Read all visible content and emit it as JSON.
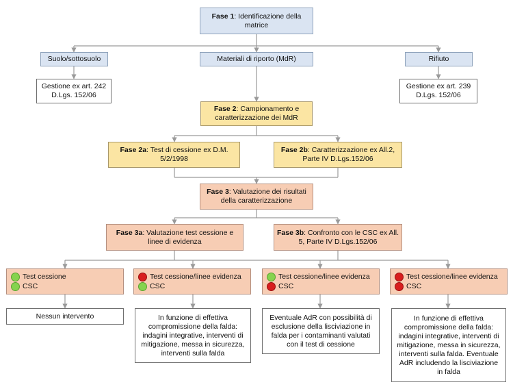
{
  "phase1": {
    "prefix": "Fase 1",
    "text": ": Identificazione della matrice"
  },
  "branches": {
    "soil": "Suolo/sottosuolo",
    "mdr": "Materiali di riporto (MdR)",
    "waste": "Rifiuto"
  },
  "outcomes": {
    "soil": "Gestione ex art. 242 D.Lgs. 152/06",
    "waste": "Gestione ex art. 239 D.Lgs. 152/06"
  },
  "phase2": {
    "prefix": "Fase 2",
    "text": ": Campionamento e caratterizzazione dei MdR"
  },
  "phase2a": {
    "prefix": "Fase 2a",
    "text": ": Test di cessione ex D.M. 5/2/1998"
  },
  "phase2b": {
    "prefix": "Fase 2b",
    "text": ": Caratterizzazione ex All.2, Parte IV D.Lgs.152/06"
  },
  "phase3": {
    "prefix": "Fase 3",
    "text": ": Valutazione dei risultati della caratterizzazione"
  },
  "phase3a": {
    "prefix": "Fase 3a",
    "text": ": Valutazione test cessione e linee di evidenza"
  },
  "phase3b": {
    "prefix": "Fase 3b",
    "text": ": Confronto con le CSC ex All. 5, Parte IV D.Lgs.152/06"
  },
  "cases": [
    {
      "line1": "Test cessione",
      "dot1": "green",
      "line2": "CSC",
      "dot2": "green",
      "action": "Nessun intervento"
    },
    {
      "line1": "Test cessione/linee evidenza",
      "dot1": "red",
      "line2": "CSC",
      "dot2": "green",
      "action": "In funzione di effettiva compromissione della falda: indagini integrative, interventi di mitigazione, messa in sicurezza, interventi sulla falda"
    },
    {
      "line1": "Test cessione/linee evidenza",
      "dot1": "green",
      "line2": "CSC",
      "dot2": "red",
      "action": "Eventuale AdR con possibilità di esclusione della lisciviazione in falda per i contaminanti valutati con il test di cessione"
    },
    {
      "line1": "Test cessione/linee evidenza",
      "dot1": "red",
      "line2": "CSC",
      "dot2": "red",
      "action": "In funzione di effettiva compromissione della falda: indagini integrative, interventi di mitigazione, messa in sicurezza, interventi sulla falda. Eventuale AdR includendo la lisciviazione in falda"
    }
  ],
  "colors": {
    "blue_fill": "#dae4f2",
    "yellow_fill": "#fbe5a3",
    "orange_fill": "#f7cdb4",
    "connector": "#9a9a9a",
    "status_green": "#86d34e",
    "status_red": "#d81e1e"
  }
}
